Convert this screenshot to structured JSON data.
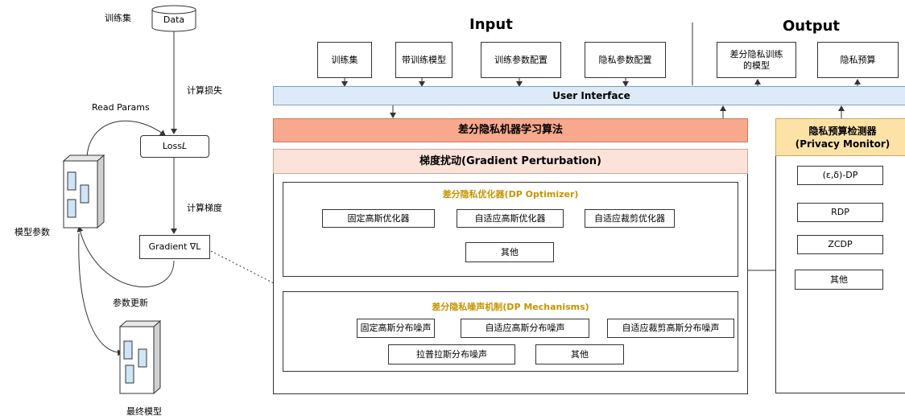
{
  "left": {
    "data_node": "Data",
    "train_set_label": "训练集",
    "compute_loss_label": "计算损失",
    "read_params_label": "Read Params",
    "loss_node": "Loss ",
    "loss_symbol": "L",
    "compute_grad_label": "计算梯度",
    "model_params_label": "模型参数",
    "gradient_node": "Gradient ∇L",
    "param_update_label": "参数更新",
    "final_model_label": "最终模型"
  },
  "input": {
    "title": "Input",
    "items": [
      "训练集",
      "带训练模型",
      "训练参数配置",
      "隐私参数配置"
    ]
  },
  "output": {
    "title": "Output",
    "items": [
      "差分隐私训练\n的模型",
      "隐私预算"
    ]
  },
  "ui_bar": "User Interface",
  "dp_algo": "差分隐私机器学习算法",
  "gradient_perturbation": "梯度扰动(Gradient Perturbation)",
  "dp_optimizer": {
    "title": "差分隐私优化器(DP Optimizer)",
    "items": [
      "固定高斯优化器",
      "自适应高斯优化器",
      "自适应裁剪优化器",
      "其他"
    ]
  },
  "dp_mechanisms": {
    "title": "差分隐私噪声机制(DP Mechanisms)",
    "items": [
      "固定高斯分布噪声",
      "自适应高斯分布噪声",
      "自适应裁剪高斯分布噪声",
      "拉普拉斯分布噪声",
      "其他"
    ]
  },
  "privacy_monitor": {
    "title_cn": "隐私预算检测器",
    "title_en": "(Privacy Monitor)",
    "items": [
      "(ε,δ)-DP",
      "RDP",
      "ZCDP",
      "其他"
    ]
  },
  "colors": {
    "ui_bar": "#ddeaf7",
    "dp_algo": "#f8a98d",
    "gradient_perturbation": "#fbe3d9",
    "privacy_monitor": "#fde2a8",
    "section_title": "#c59400"
  }
}
